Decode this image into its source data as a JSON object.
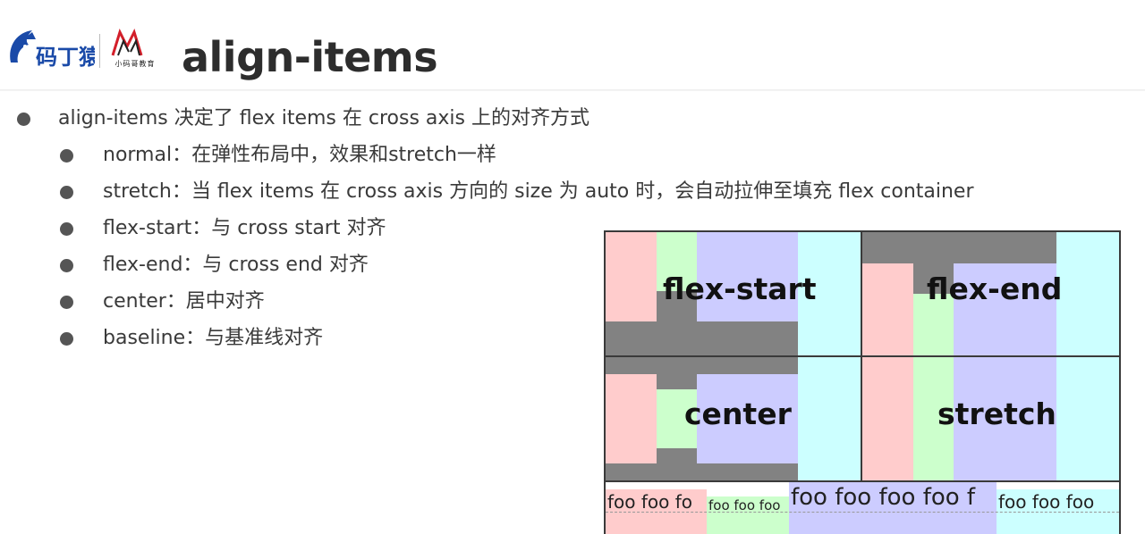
{
  "header": {
    "title": "align-items",
    "logo_left_name": "logo-left",
    "logo_right_caption": "小码哥教育"
  },
  "bullets": {
    "main": "align-items 决定了 flex items 在 cross axis 上的对齐方式",
    "items": [
      "normal：在弹性布局中，效果和stretch一样",
      "stretch：当 flex items 在 cross axis 方向的 size 为 auto 时，会自动拉伸至填充 flex container",
      "flex-start：与 cross start 对齐",
      "flex-end：与 cross end 对齐",
      "center：居中对齐",
      "baseline：与基准线对齐"
    ]
  },
  "figure": {
    "panels": [
      {
        "label": "flex-start"
      },
      {
        "label": "flex-end"
      },
      {
        "label": "center"
      },
      {
        "label": "stretch"
      }
    ],
    "baseline_texts": [
      "foo foo fo",
      "foo foo foo",
      "foo foo foo foo f",
      "foo foo foo"
    ],
    "colors": {
      "pink": "#ffcccc",
      "green": "#ccffcc",
      "lavender": "#ccccff",
      "cyan": "#ccffff",
      "container": "#828282",
      "border": "#3a3a3a"
    }
  }
}
